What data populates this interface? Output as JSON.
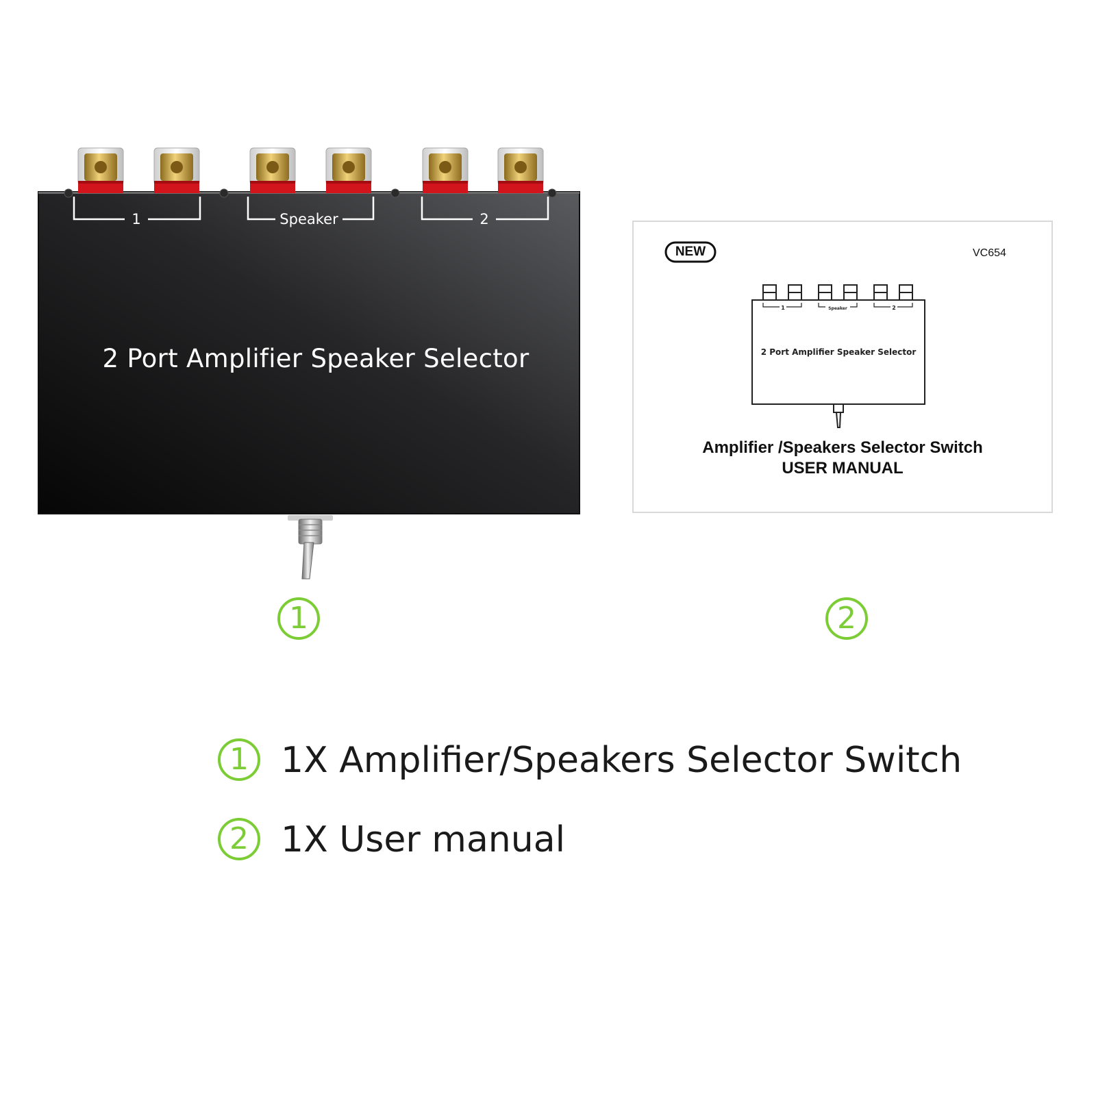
{
  "device": {
    "title": "2 Port Amplifier Speaker Selector",
    "port_labels": [
      "1",
      "Speaker",
      "2"
    ]
  },
  "manual": {
    "badge": "NEW",
    "model": "VC654",
    "mini_port_labels": [
      "1",
      "Speaker",
      "2"
    ],
    "mini_title": "2 Port Amplifier Speaker Selector",
    "heading_line1": "Amplifier /Speakers Selector Switch",
    "heading_line2": "USER MANUAL"
  },
  "callouts": [
    "1",
    "2"
  ],
  "package_contents": [
    {
      "number": "1",
      "text": "1X Amplifier/Speakers Selector Switch"
    },
    {
      "number": "2",
      "text": "1X User manual"
    }
  ],
  "colors": {
    "accent_green": "#7ccd35",
    "terminal_red": "#d2141c",
    "terminal_gold": "#c9a23a",
    "device_body": "#1c1c1c"
  },
  "icons": [
    "binding-post-icon",
    "toggle-switch-icon"
  ]
}
